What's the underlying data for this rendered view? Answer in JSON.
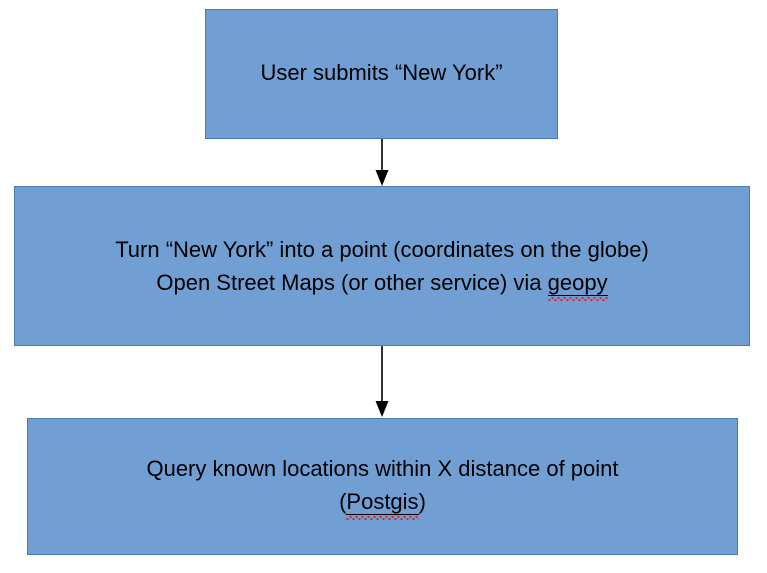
{
  "diagram": {
    "type": "flowchart",
    "orientation": "top-to-bottom",
    "background_color": "#ffffff",
    "node_fill": "#729fd3",
    "node_border": "#4a7ab5",
    "text_color": "#000000",
    "connector_color": "#000000",
    "spellcheck_color": "#e02020",
    "nodes": [
      {
        "id": "node-1",
        "name": "user-submits",
        "lines": [
          {
            "text": "User submits “New York”"
          }
        ]
      },
      {
        "id": "node-2",
        "name": "geocode-step",
        "lines": [
          {
            "text": "Turn “New York” into a point (coordinates on the globe)"
          },
          {
            "prefix": "Open Street Maps (or other service) via ",
            "spellchecked": "geopy",
            "suffix": ""
          }
        ]
      },
      {
        "id": "node-3",
        "name": "query-step",
        "lines": [
          {
            "text": "Query known locations within X distance of point"
          },
          {
            "prefix": "(",
            "spellchecked": "Postgis",
            "suffix": ")"
          }
        ]
      }
    ],
    "connectors": [
      {
        "name": "arrow-1-to-2",
        "from": "node-1",
        "to": "node-2"
      },
      {
        "name": "arrow-2-to-3",
        "from": "node-2",
        "to": "node-3"
      }
    ]
  }
}
